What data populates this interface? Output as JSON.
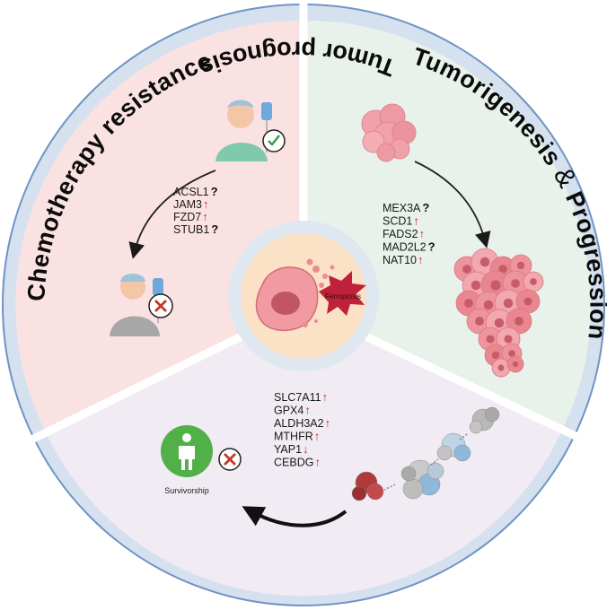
{
  "sectors": {
    "chemo": {
      "title": "Chemotherapy resistance",
      "genes": [
        {
          "name": "ACSL1",
          "mark": "?"
        },
        {
          "name": "JAM3",
          "mark": "↑"
        },
        {
          "name": "FZD7",
          "mark": "↑"
        },
        {
          "name": "STUB1",
          "mark": "?"
        }
      ]
    },
    "tumor": {
      "title_part1": "Tumorigenesis",
      "title_amp": "&",
      "title_part2": "Progression",
      "genes": [
        {
          "name": "MEX3A",
          "mark": "?"
        },
        {
          "name": "SCD1",
          "mark": "↑"
        },
        {
          "name": "FADS2",
          "mark": "↑"
        },
        {
          "name": "MAD2L2",
          "mark": "?"
        },
        {
          "name": "NAT10",
          "mark": "↑"
        }
      ]
    },
    "prognosis": {
      "title": "Tumor prognosis",
      "genes": [
        {
          "name": "SLC7A11",
          "mark": "↑"
        },
        {
          "name": "GPX4",
          "mark": "↑"
        },
        {
          "name": "ALDH3A2",
          "mark": "↑"
        },
        {
          "name": "MTHFR",
          "mark": "↑"
        },
        {
          "name": "YAP1",
          "mark": "↓"
        },
        {
          "name": "CEBDG",
          "mark": "↑"
        }
      ],
      "survivorship_label": "Survivorship"
    }
  },
  "center": {
    "label": "Ferroptosis"
  },
  "colors": {
    "ring": "#d3deec",
    "ring_stroke": "#7fa0c8",
    "chemo_bg": "#fbe3e3",
    "tumor_bg": "#e9f3ec",
    "prognosis_bg": "#f2ecf4",
    "center_bg": "#fbe3c8",
    "arrow_up": "#c0392b",
    "survivorship_green": "#4caf50"
  },
  "icons": [
    "patient-check-icon",
    "patient-cross-icon",
    "tumor-cell-cluster-icon",
    "large-tumor-mass-icon",
    "metastasis-cells-icon",
    "survivorship-person-icon",
    "ferroptosis-cell-icon",
    "check-icon",
    "cross-icon"
  ]
}
